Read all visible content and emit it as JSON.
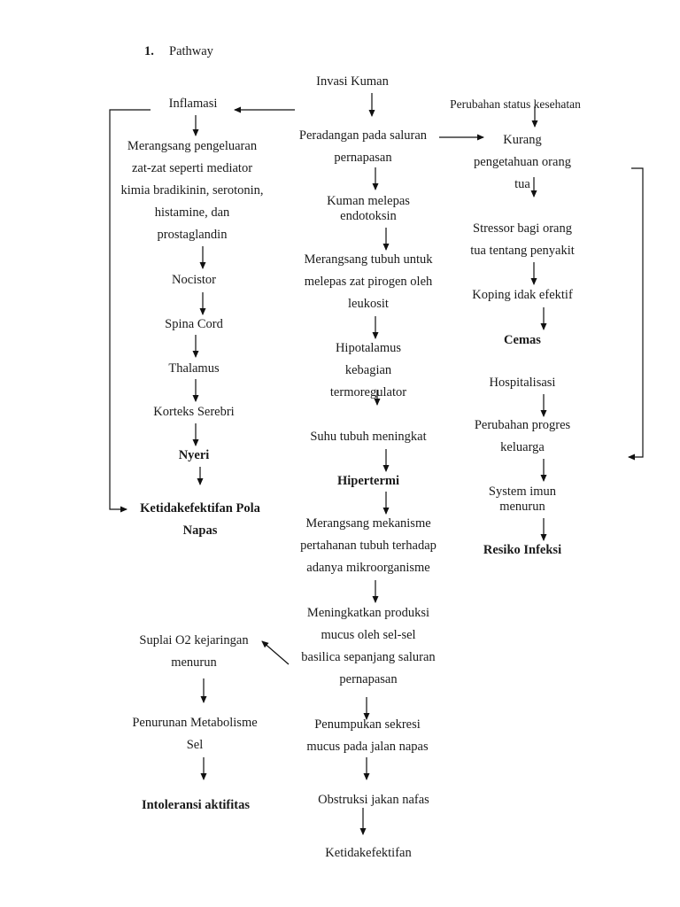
{
  "heading": {
    "number": "1.",
    "title": "Pathway"
  },
  "nodes": {
    "invasi_kuman": [
      "Invasi Kuman"
    ],
    "inflamasi": [
      "Inflamasi"
    ],
    "perubahan_status": [
      "Perubahan status kesehatan"
    ],
    "peradangan": [
      "Peradangan pada saluran",
      "pernapasan"
    ],
    "kurang_pengetahuan": [
      "Kurang",
      "pengetahuan orang",
      "tua"
    ],
    "merangsang_mediator": [
      "Merangsang pengeluaran",
      "zat-zat seperti mediator",
      "kimia bradikinin, serotonin,",
      "histamine, dan",
      "prostaglandin"
    ],
    "kuman_endotoksin": [
      "Kuman melepas",
      "endotoksin"
    ],
    "stressor": [
      "Stressor bagi orang",
      "tua tentang penyakit"
    ],
    "merangsang_pirogen": [
      "Merangsang tubuh untuk",
      "melepas zat pirogen oleh",
      "leukosit"
    ],
    "nocistor": [
      "Nocistor"
    ],
    "koping": [
      "Koping idak efektif"
    ],
    "spina_cord": [
      "Spina Cord"
    ],
    "cemas": [
      "Cemas"
    ],
    "hipotalamus": [
      "Hipotalamus",
      "kebagian",
      "termoregulator"
    ],
    "thalamus": [
      "Thalamus"
    ],
    "hospitalisasi": [
      "Hospitalisasi"
    ],
    "korteks": [
      "Korteks Serebri"
    ],
    "perubahan_progres": [
      "Perubahan progres",
      "keluarga"
    ],
    "suhu": [
      "Suhu tubuh meningkat"
    ],
    "nyeri": [
      "Nyeri"
    ],
    "hipertermi": [
      "Hipertermi"
    ],
    "system_imun": [
      "System imun",
      "menurun"
    ],
    "ketidakefektifan_pola": [
      "Ketidakefektifan Pola",
      "Napas"
    ],
    "merangsang_mekanisme": [
      "Merangsang mekanisme",
      "pertahanan tubuh terhadap",
      "adanya mikroorganisme"
    ],
    "resiko_infeksi": [
      "Resiko Infeksi"
    ],
    "meningkatkan_mucus": [
      "Meningkatkan produksi",
      "mucus oleh sel-sel",
      "basilica sepanjang saluran",
      "pernapasan"
    ],
    "suplai_o2": [
      "Suplai O2 kejaringan",
      "menurun"
    ],
    "penurunan_metabolisme": [
      "Penurunan Metabolisme",
      "Sel"
    ],
    "penumpukan_sekresi": [
      "Penumpukan sekresi",
      "mucus pada jalan napas"
    ],
    "intoleransi": [
      "Intoleransi aktifitas"
    ],
    "obstruksi": [
      "Obstruksi jakan nafas"
    ],
    "ketidakefektifan": [
      "Ketidakefektifan"
    ]
  }
}
